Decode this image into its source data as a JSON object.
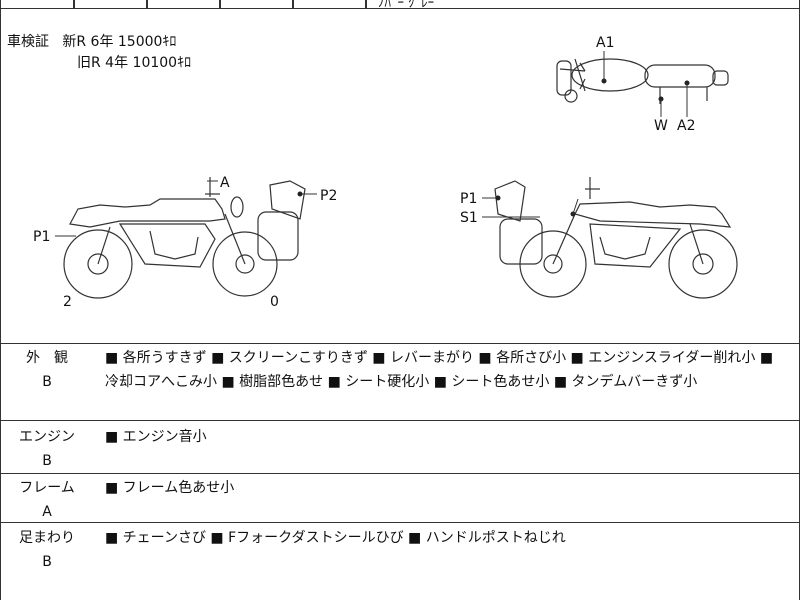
{
  "header": {
    "fragment": "ﾉﾊﾞｰ ｸﾞﾚｰ"
  },
  "shaken": {
    "label": "車検証",
    "new_r": "新R 6年 15000ｷﾛ",
    "old_r": "旧R 4年 10100ｷﾛ"
  },
  "diagram": {
    "top_labels": [
      "A1",
      "W",
      "A2"
    ],
    "left_labels": [
      "A",
      "P2",
      "P1",
      "2",
      "0"
    ],
    "right_labels": [
      "P1",
      "S1"
    ]
  },
  "sections": [
    {
      "label": "外　観",
      "grade": "B",
      "text": "■ 各所うすきず ■ スクリーンこすりきず ■ レバーまがり ■ 各所さび小 ■ エンジンスライダー削れ小 ■ 冷却コアへこみ小 ■ 樹脂部色あせ ■ シート硬化小 ■ シート色あせ小 ■ タンデムバーきず小"
    },
    {
      "label": "エンジン",
      "grade": "B",
      "text": "■ エンジン音小"
    },
    {
      "label": "フレーム",
      "grade": "A",
      "text": "■ フレーム色あせ小"
    },
    {
      "label": "足まわり",
      "grade": "B",
      "text": "■ チェーンさび ■ Fフォークダストシールひび ■ ハンドルポストねじれ"
    }
  ]
}
